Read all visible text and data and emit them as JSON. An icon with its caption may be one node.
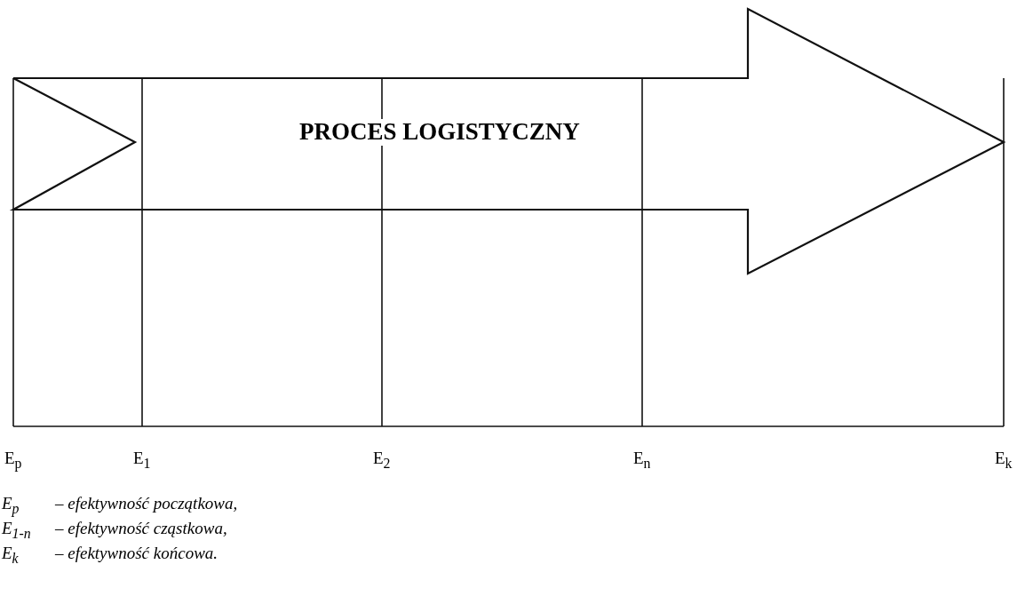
{
  "diagram": {
    "nodes": [
      {
        "text": [
          "PROCES LOGISTYCZNY"
        ]
      }
    ],
    "labels": [
      "E$_{p}$",
      "E$_{1}$",
      "E$_{2}$",
      "E$_{n}$",
      "E$_{k}$",
      "*E$_{p}$*",
      "– efektywność początkowa,",
      "*E$_{1-n}$*",
      "– efektywność cząstkowa,",
      "*E$_{k}$*",
      "– efektywność końcowa."
    ]
  }
}
